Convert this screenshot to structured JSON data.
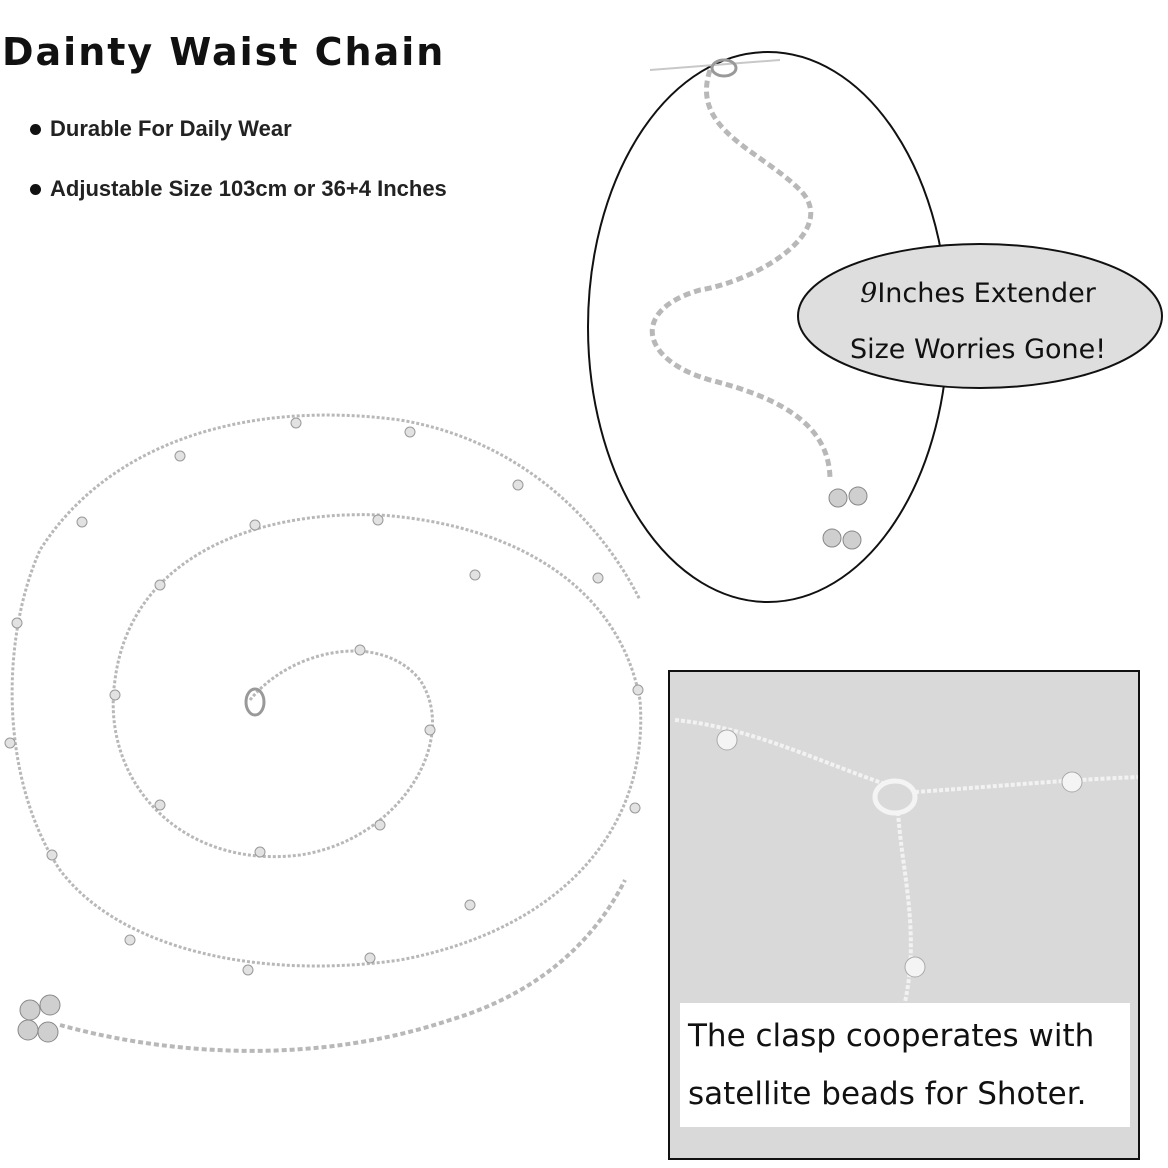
{
  "title": "Dainty Waist Chain",
  "bullets": [
    "Durable For Daily Wear",
    "Adjustable Size 103cm or 36+4 Inches"
  ],
  "extender_callout": {
    "number": "9",
    "line1_rest": "Inches Extender",
    "line2": "Size Worries Gone!"
  },
  "clasp_caption": {
    "line1": "The clasp cooperates with",
    "line2": "satellite beads for Shoter."
  },
  "colors": {
    "chain": "#b8b8b8",
    "bead": "#e2e2e2",
    "callout_fill": "#dedede",
    "detail_background": "#d9d9d9"
  }
}
